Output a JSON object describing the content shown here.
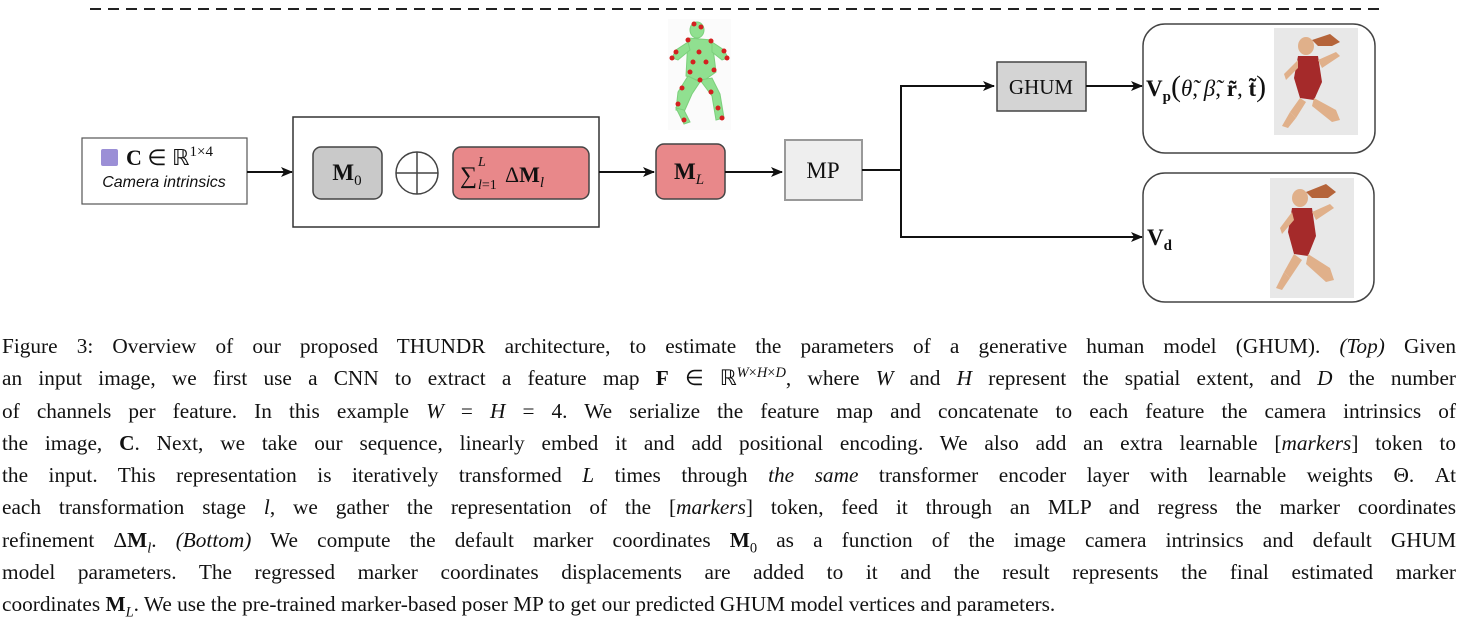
{
  "diagram": {
    "camera_box": {
      "formula": "C ∈ ℝ1×4",
      "label": "Camera intrinsics",
      "swatch_color": "#9b8fd6"
    },
    "m0_label": "M0",
    "oplus_symbol": "⊕",
    "sum_label": "∑l=1L ΔMl",
    "ml_label": "ML",
    "mp_label": "MP",
    "ghum_label": "GHUM",
    "vp_label": "Vp(θ̃, β̃, r̃, t̃)",
    "vd_label": "Vd",
    "colors": {
      "gray_box": "#c9c9c9",
      "red_box": "#e8888a",
      "ghum_box": "#d4d4d4",
      "mp_box": "#eeeeee",
      "marker_body": "#90e090",
      "marker_dots": "#d42020",
      "figure_shirt": "#a52a2a",
      "figure_skin": "#e0b08a"
    }
  },
  "caption": {
    "lines": [
      "Figure 3: Overview of our proposed THUNDR architecture, to estimate the parameters of a generative human model (GHUM). (Top) Given",
      "an input image, we first use a CNN to extract a feature map F ∈ ℝW×H×D, where W and H represent the spatial extent, and D the number",
      "of channels per feature. In this example W = H = 4. We serialize the feature map and concatenate to each feature the camera intrinsics of",
      "the image, C. Next, we take our sequence, linearly embed it and add positional encoding. We also add an extra learnable [markers] token to",
      "the input. This representation is iteratively transformed L times through the same transformer encoder layer with learnable weights Θ. At",
      "each transformation stage l, we gather the representation of the [markers] token, feed it through an MLP and regress the marker coordinates",
      "refinement ΔMl. (Bottom) We compute the default marker coordinates M0 as a function of the image camera intrinsics and default GHUM",
      "model parameters. The regressed marker coordinates displacements are added to it and the result represents the final estimated marker",
      "coordinates ML. We use the pre-trained marker-based poser MP to get our predicted GHUM model vertices and parameters."
    ]
  }
}
